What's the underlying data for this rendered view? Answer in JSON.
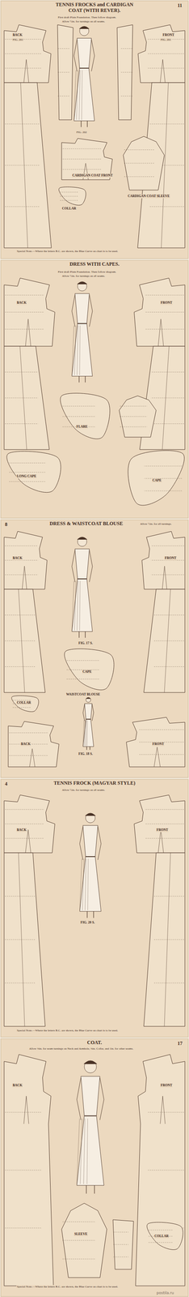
{
  "diagram": {
    "nodes": [
      {
        "text": [
          "TENNIS FROCKS and CARDIGAN COAT (WITH REVER).",
          "11"
        ]
      },
      {
        "text": [
          "DRESS WITH CAPES."
        ]
      },
      {
        "text": [
          "DRESS & WAISTCOAT BLOUSE",
          "8"
        ]
      },
      {
        "text": [
          "TENNIS FROCK (MAGYAR STYLE)",
          "4"
        ]
      },
      {
        "text": [
          "COAT.",
          "17"
        ]
      }
    ],
    "labels": [
      "First draft Plain Foundation. Then follow diagram.",
      "Allow ½in. for turnings on all seams.",
      "BACK",
      "FIG. 201",
      "FRONT",
      "FIG. 201",
      "FIG. 202",
      "CARDIGAN COAT FRONT",
      "CARDIGAN COAT SLEEVE",
      "COLLAR",
      "Special Note.—Where the letters B.C. are shown, the Blue Curve on chart is to be used.",
      "First draft Plain Foundation. Then follow diagram.",
      "Allow ½in. for turnings on all seams.",
      "BACK",
      "FRONT",
      "FLARE",
      "LONG CAPE",
      "CAPE",
      "Allow ½in. for all turnings.",
      "BACK",
      "FRONT",
      "FIG. 17 S.",
      "CAPE",
      "WAISTCOAT BLOUSE",
      "COLLAR",
      "BACK",
      "FRONT",
      "FIG. 18 S.",
      "Allow ½in. for turnings on all seams.",
      "BACK",
      "FRONT",
      "FIG. 20 S.",
      "Special Note.—Where the letters B.C. are shown, the Blue Curve on chart is to be used.",
      "Allow ⅜in. for seam turnings on Neck and Armhole, ⅜in. Collar, and 1in. for other seams.",
      "BACK",
      "FRONT",
      "SLEEVE",
      "COLLAR",
      "Special Note.—Where the letters B.C. are shown, the Blue Curve on chart is to be used.",
      "postila.ru"
    ]
  }
}
